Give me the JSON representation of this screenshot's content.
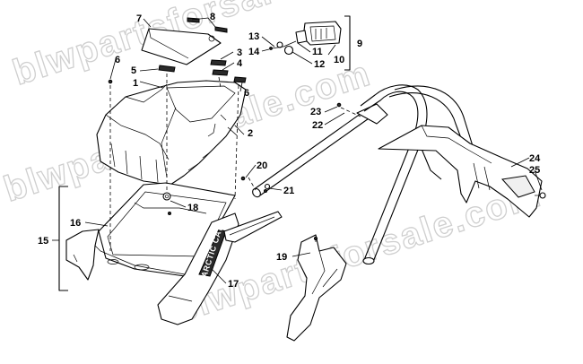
{
  "watermark": "blwpartsforsale.com",
  "decal_text": "ARCTIC CAT",
  "callouts": [
    "1",
    "2",
    "3",
    "4",
    "5",
    "6",
    "6",
    "7",
    "8",
    "9",
    "10",
    "11",
    "12",
    "13",
    "14",
    "15",
    "16",
    "17",
    "18",
    "19",
    "20",
    "21",
    "22",
    "23",
    "24",
    "25"
  ]
}
